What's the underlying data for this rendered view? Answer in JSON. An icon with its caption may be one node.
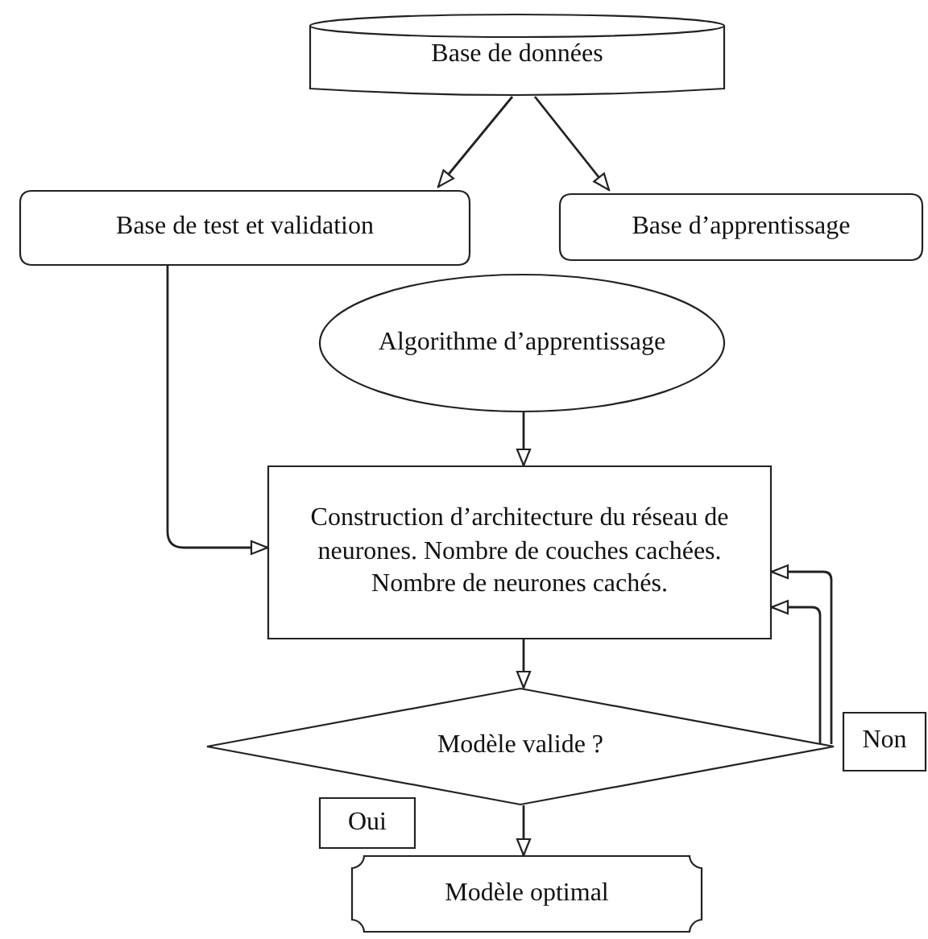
{
  "diagram": {
    "nodes": [
      {
        "text": [
          "Base de données"
        ]
      },
      {
        "text": [
          "Base de test et validation"
        ]
      },
      {
        "text": [
          "Base d’apprentissage"
        ]
      },
      {
        "text": [
          "Algorithme d’apprentissage"
        ]
      },
      {
        "text": [
          "Construction d’architecture du réseau de neurones. Nombre de couches cachées. Nombre de neurones cachés."
        ]
      },
      {
        "text": [
          "Modèle valide ?"
        ]
      },
      {
        "text": [
          "Non"
        ]
      },
      {
        "text": [
          "Oui"
        ]
      },
      {
        "text": [
          "Modèle optimal"
        ]
      }
    ],
    "edges": [
      {
        "from": 0,
        "to": 1,
        "arrow": "to"
      },
      {
        "from": 0,
        "to": 2,
        "arrow": "to"
      },
      {
        "from": 1,
        "to": 4,
        "arrow": "to"
      },
      {
        "from": 3,
        "to": 4,
        "arrow": "to"
      },
      {
        "from": 4,
        "to": 5,
        "arrow": "to"
      },
      {
        "from": 5,
        "to": 4,
        "arrow": "to"
      },
      {
        "from": 5,
        "to": 4,
        "arrow": "to"
      },
      {
        "from": 5,
        "to": 8,
        "arrow": "to"
      }
    ]
  }
}
